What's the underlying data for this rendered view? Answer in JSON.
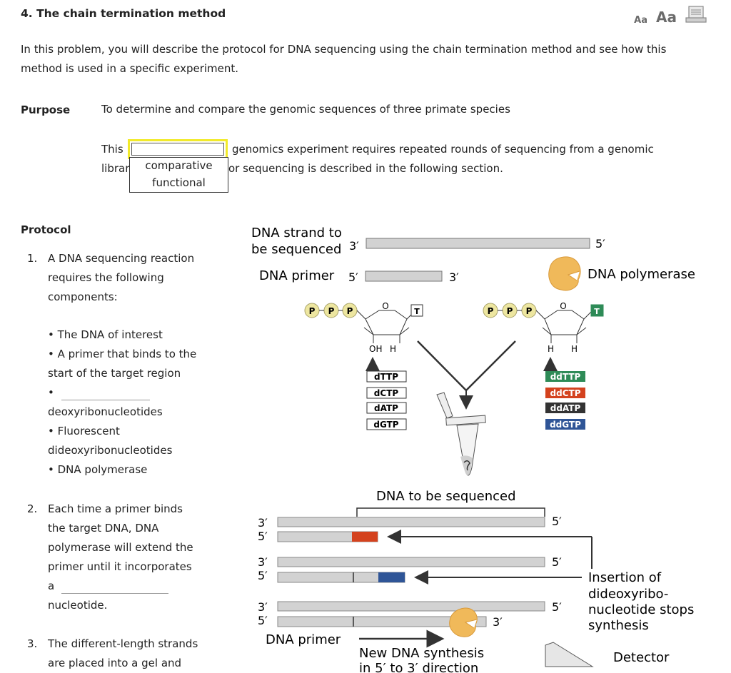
{
  "header": {
    "title": "4. The chain termination method",
    "text_small_label": "Aa",
    "text_large_label": "Aa"
  },
  "intro": "In this problem, you will describe the protocol for DNA sequencing using the chain termination method and see how this method is used in a specific experiment.",
  "purpose": {
    "label": "Purpose",
    "text": "To determine and compare the genomic sequences of three primate species",
    "line1_before": "This",
    "line1_after": "genomics experiment requires repeated rounds of sequencing from a genomic",
    "line2_before": "librar",
    "line2_after": "or sequencing is described in the following section.",
    "dropdown_value": "",
    "dropdown_options": [
      "comparative",
      "functional"
    ]
  },
  "protocol": {
    "label": "Protocol",
    "step1": {
      "number": "1.",
      "lines": [
        "A DNA sequencing reaction",
        "requires the following",
        "components:"
      ],
      "bullets": {
        "b1": "• The DNA of interest",
        "b2a": "• A primer that binds to the",
        "b2b": "start of the target region",
        "b3a": "•",
        "b3b": "deoxyribonucleotides",
        "b4a": "• Fluorescent",
        "b4b": "dideoxyribonucleotides",
        "b5": "• DNA polymerase"
      }
    },
    "step2": {
      "number": "2.",
      "lines": [
        "Each time a primer binds",
        "the target DNA, DNA",
        "polymerase will extend the",
        "primer until it incorporates"
      ],
      "a": "a",
      "end": "nucleotide."
    },
    "step3": {
      "number": "3.",
      "lines": [
        "The different-length strands",
        "are placed into a gel and"
      ]
    }
  },
  "diagram": {
    "strand_label_1": "DNA strand to",
    "strand_label_2": "be sequenced",
    "three_prime": "3′",
    "five_prime": "5′",
    "primer_label": "DNA primer",
    "polymerase_label": "DNA polymerase",
    "p": "P",
    "o": "O",
    "oh": "OH",
    "h": "H",
    "t": "T",
    "dntps": [
      "dTTP",
      "dCTP",
      "dATP",
      "dGTP"
    ],
    "ddntps": [
      "ddTTP",
      "ddCTP",
      "ddATP",
      "ddGTP"
    ],
    "ddntp_colors": [
      "#2e8b57",
      "#d4421e",
      "#333333",
      "#2f5597"
    ],
    "dna_to_be_sequenced": "DNA to be sequenced",
    "insertion_label": [
      "Insertion of",
      "dideoxyribo-",
      "nucleotide stops",
      "synthesis"
    ],
    "primer_bottom": "DNA primer",
    "new_synthesis_1": "New DNA synthesis",
    "new_synthesis_2": "in 5′ to 3′ direction",
    "detector": "Detector"
  }
}
